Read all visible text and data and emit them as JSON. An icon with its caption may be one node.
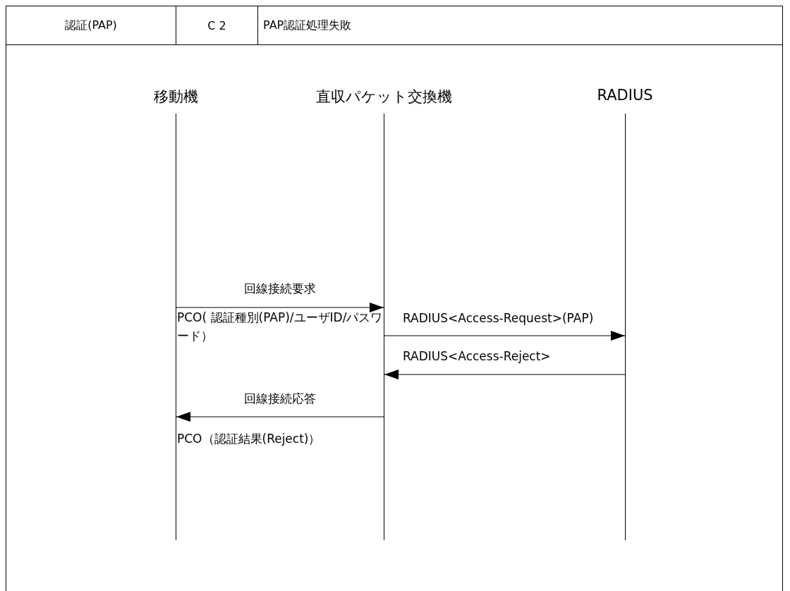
{
  "diagram": {
    "nodes": [
      {
        "text": [
          "移動機"
        ]
      },
      {
        "text": [
          "直収パケット交換機"
        ]
      },
      {
        "text": [
          "RADIUS"
        ]
      },
      {
        "text": [],
        "shape": "bar"
      },
      {
        "text": [],
        "shape": "bar"
      },
      {
        "text": [],
        "shape": "bar"
      }
    ],
    "edges": [
      {
        "from": 3,
        "to": 4,
        "arrow": "to",
        "label": "回線接続要求"
      },
      {
        "from": 4,
        "to": 5,
        "arrow": "to",
        "label": "RADIUS<Access-Request>(PAP)"
      },
      {
        "from": 5,
        "to": 4,
        "arrow": "to",
        "label": "RADIUS<Access-Reject>"
      },
      {
        "from": 4,
        "to": 3,
        "arrow": "to",
        "label": "回線接続応答"
      }
    ],
    "labels": [
      "認証(PAP)",
      "C 2",
      "PAP認証処理失敗",
      "PCO( 認証種別(PAP)/ユーザID/パスワード）",
      "PCO（認証結果(Reject)）"
    ]
  }
}
